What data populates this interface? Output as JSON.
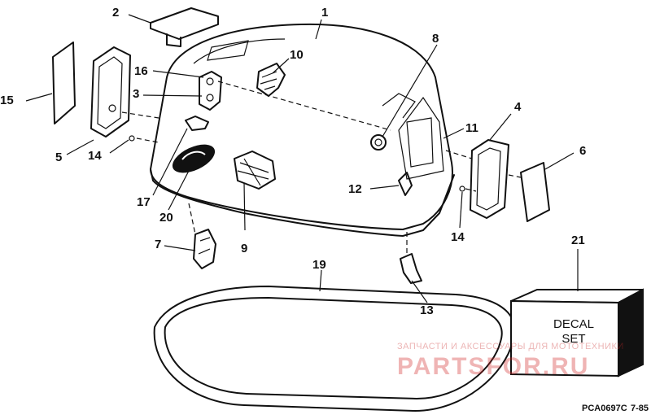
{
  "callouts": {
    "c1": "1",
    "c2": "2",
    "c3": "3",
    "c4": "4",
    "c5": "5",
    "c6": "6",
    "c7": "7",
    "c8": "8",
    "c9": "9",
    "c10": "10",
    "c11": "11",
    "c12": "12",
    "c13": "13",
    "c14a": "14",
    "c14b": "14",
    "c15": "15",
    "c16": "16",
    "c17": "17",
    "c19": "19",
    "c20": "20",
    "c21": "21"
  },
  "decal_box": {
    "line1": "DECAL",
    "line2": "SET"
  },
  "watermark": {
    "small": "ЗАПЧАСТИ И АКСЕССУАРЫ ДЛЯ МОТОТЕХНИКИ",
    "big": "PARTSFOR.RU"
  },
  "footer": {
    "code": "PCA0697C",
    "date": "7-85"
  }
}
